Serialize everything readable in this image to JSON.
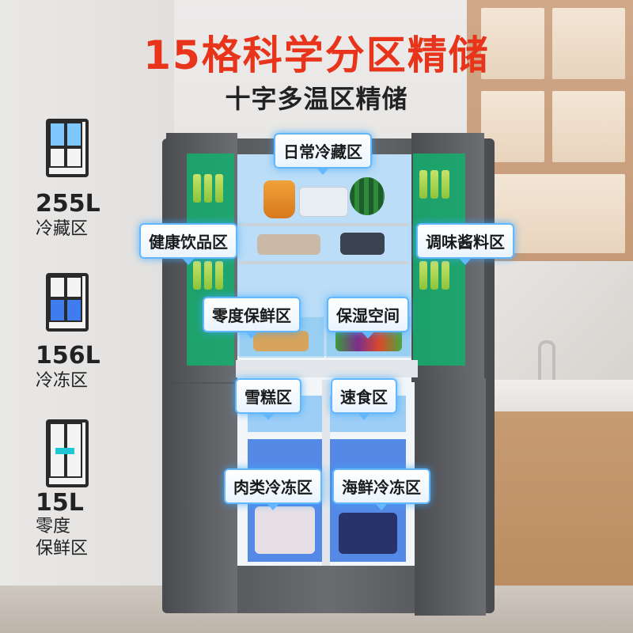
{
  "title": "15格科学分区精储",
  "subtitle": "十字多温区精储",
  "capacities": [
    {
      "volume": "255L",
      "label": "冷藏区"
    },
    {
      "volume": "156L",
      "label": "冷冻区"
    },
    {
      "volume": "15L",
      "label": "零度\n保鲜区"
    }
  ],
  "zones": {
    "daily_fridge": "日常冷藏区",
    "drinks": "健康饮品区",
    "sauces": "调味酱料区",
    "zero_fresh": "零度保鲜区",
    "moist": "保湿空间",
    "ice_cream": "雪糕区",
    "fast_food": "速食区",
    "meat": "肉类冷冻区",
    "seafood": "海鲜冷冻区"
  },
  "colors": {
    "title": "#e8341a",
    "fridge_zone": "#14af6e",
    "freezer_zone": "#2d6ee1",
    "label_glow": "#63b7ff"
  }
}
